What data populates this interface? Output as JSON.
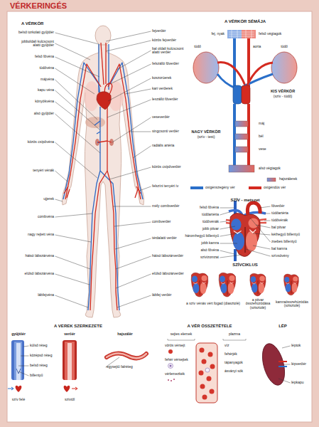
{
  "diagram": {
    "title": "VÉRKERINGÉS",
    "labels": [
      "A VÉRKÖR",
      "belső torkolati gyűjtőér",
      "jobboldali kulcscsont alatti gyűjtőér",
      "felső fővéna",
      "tüdővéna",
      "májvéna",
      "kapu véna",
      "könyökvéna",
      "alsó gyűjtőér",
      "közös csípővéna",
      "tenyéri vénák",
      "ujjerek",
      "combvéna",
      "nagy rejtett véna",
      "hátsó lábszárvéna",
      "elülső lábszárvéna",
      "lábfejvéna",
      "fejverőér",
      "közös fejverőér",
      "bal oldali kulcscsont alatti verőér",
      "felszálló főverőér",
      "koszorúerek",
      "kari verőerek",
      "leszálló főverőér",
      "veseverőér",
      "singcsonti verőér",
      "radiális artéria",
      "közös csípőverőér",
      "felszíni tenyéri ív",
      "mély combverőér",
      "combverőér",
      "térdalatti verőér",
      "hátsó lábszárverőér",
      "elülső lábszárverőér",
      "lábfej verőér",
      "A VÉRKÖR SÉMÁJA",
      "fej, nyak",
      "felső végtagok",
      "tüdő",
      "aorta",
      "tüdő",
      "KIS VÉRKÖR",
      "(szív - tüdő)",
      "NAGY VÉRKÖR",
      "(szív - test)",
      "máj",
      "bél",
      "vese",
      "alsó végtagok",
      "hajszálerek",
      "SZÍV - metszet",
      "felső fővéna",
      "tüdőartéria",
      "tüdővénák",
      "jobb pitvar",
      "háromhegyű billentyű",
      "jobb kamra",
      "alsó fővéna",
      "szívizomzat",
      "főverőér",
      "tüdőartéria",
      "tüdővénák",
      "bal pitvar",
      "kéthegyű billentyű",
      "zsebes billentyű",
      "bal kamra",
      "szívsövény",
      "SZÍVCIKLUS",
      "a szív vénás vért fogad (diasztolé)",
      "a pitvar összehúzódása (szisztolé)",
      "kamraösszehúzódás (szisztolé)",
      "A VEREK SZERKEZETE",
      "gyűjtőér",
      "verőér",
      "hajszálér",
      "külső réteg",
      "középső réteg",
      "belső réteg",
      "billentyű",
      "egysejtű falréteg",
      "szív felé",
      "szívtől",
      "A VÉR ÖSSZETÉTELE",
      "sejtes elemek",
      "plazma",
      "vörös vérsejt",
      "fehér vérsejtek",
      "vérlemezkék",
      "víz",
      "fehérjék",
      "tápanyagok",
      "ásványi sók",
      "LÉP",
      "léptok",
      "lépverőér",
      "lépkapu"
    ],
    "legend": [
      {
        "text": "oxigénszegény vér",
        "color": "#2a6fc9"
      },
      {
        "text": "oxigéndús vér",
        "color": "#d42a20"
      }
    ]
  }
}
